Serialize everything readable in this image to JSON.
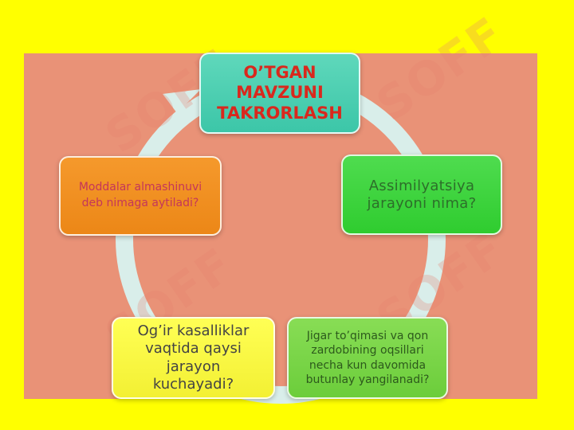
{
  "slide": {
    "colors": {
      "background": "#ffff00",
      "panel": "#e99277",
      "cycle_arrow": "#d9eeea"
    },
    "watermark": "SOFF",
    "nodes": {
      "top": "O’TGAN\nMAVZUNI\nTAKRORLASH",
      "right": "Assimilyatsiya\njarayoni nima?",
      "bottom_right": "Jigar to’qimasi va qon\nzardobining oqsillari\nnecha kun davomida\nbutunlay yangilanadi?",
      "bottom_left": "Og’ir kasalliklar\nvaqtida qaysi\njarayon\nkuchayadi?",
      "left": "Moddalar almashinuvi\ndeb nimaga aytiladi?"
    }
  }
}
